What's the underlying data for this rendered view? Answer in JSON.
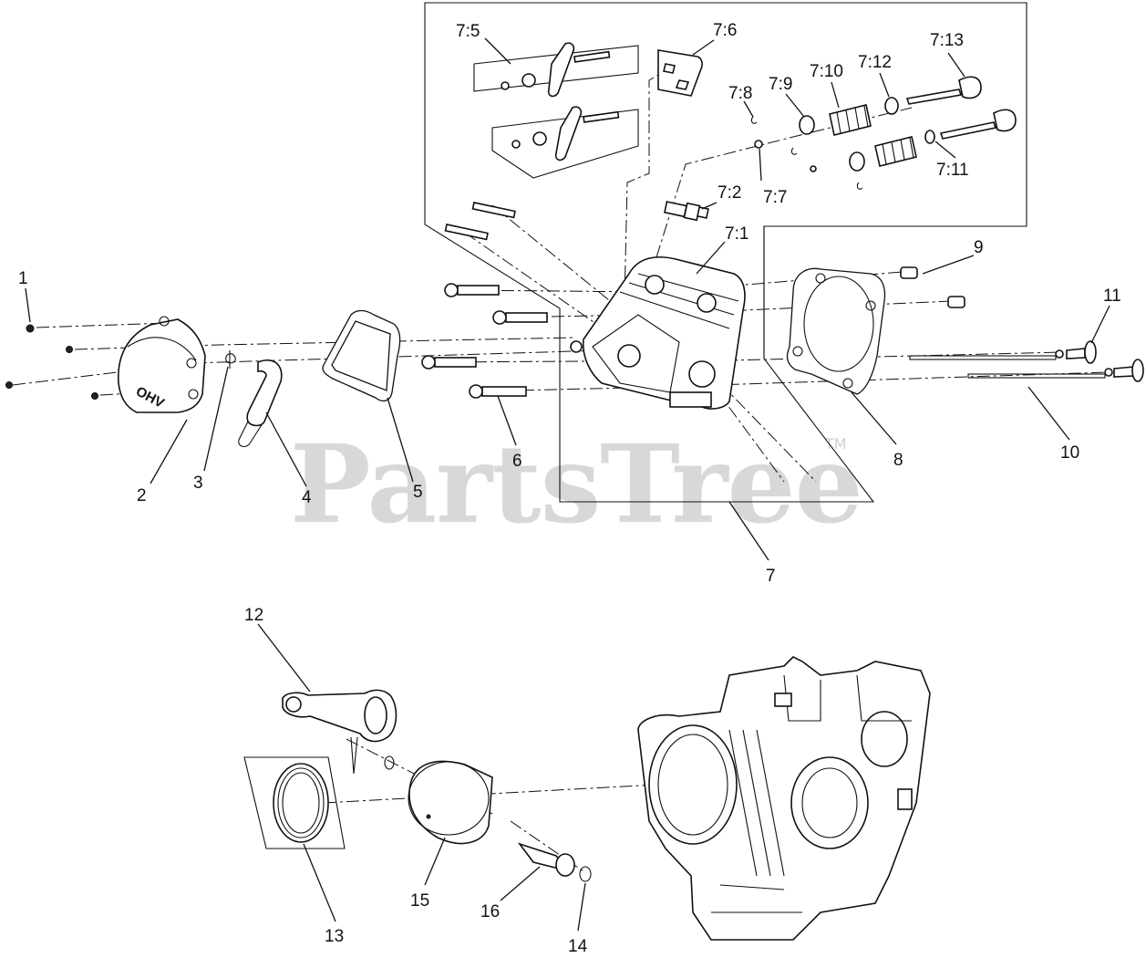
{
  "watermark": {
    "text": "PartsTree",
    "trademark": "TM"
  },
  "callouts": {
    "c1": "1",
    "c2": "2",
    "c3": "3",
    "c4": "4",
    "c5": "5",
    "c6": "6",
    "c7": "7",
    "c8": "8",
    "c9": "9",
    "c10": "10",
    "c11": "11",
    "c12": "12",
    "c13": "13",
    "c14": "14",
    "c15": "15",
    "c16": "16",
    "c7_1": "7:1",
    "c7_2": "7:2",
    "c7_5": "7:5",
    "c7_6": "7:6",
    "c7_7": "7:7",
    "c7_8": "7:8",
    "c7_9": "7:9",
    "c7_10": "7:10",
    "c7_11": "7:11",
    "c7_12": "7:12",
    "c7_13": "7:13"
  },
  "cover_marking": "OHV"
}
